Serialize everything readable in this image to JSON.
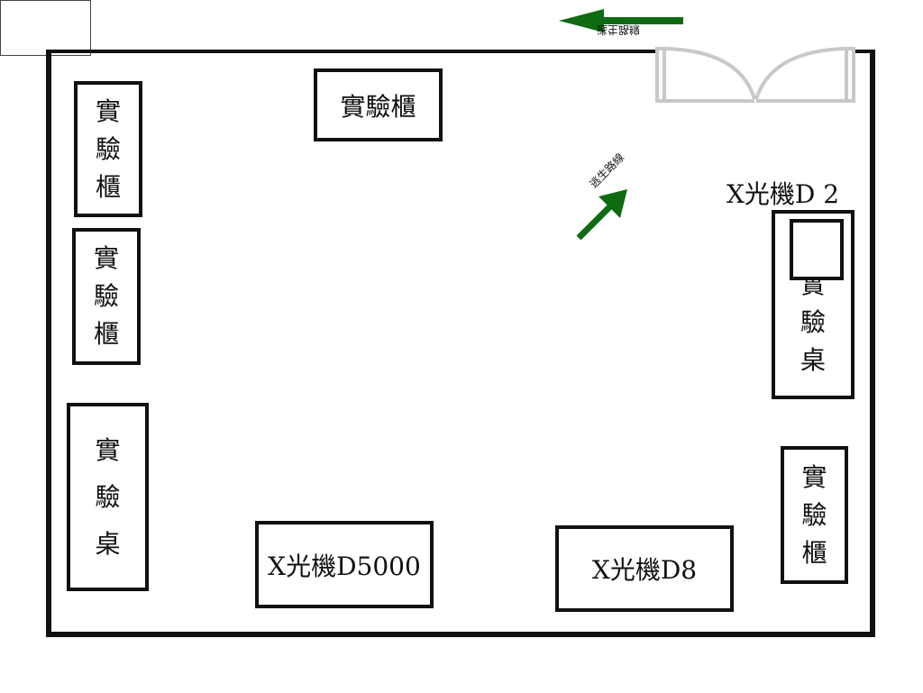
{
  "escape_label": "逃生路線",
  "corner_label": "",
  "items": {
    "cabinet_top": "實驗櫃",
    "cabinet_left_1": "實驗櫃",
    "cabinet_left_2": "實驗櫃",
    "bench_left": "實驗桌",
    "bench_right": "實驗桌",
    "cabinet_right": "實驗櫃",
    "xray_d5000": "X光機D5000",
    "xray_d8": "X光機D8",
    "xray_d2": "X光機D 2"
  },
  "colors": {
    "arrow": "#0e6b12",
    "wall": "#111111",
    "door": "#c8c8c8"
  },
  "icons": {
    "escape_arrow_top": "arrow-left-icon",
    "escape_arrow_mid": "arrow-up-right-icon",
    "door": "double-door-icon"
  }
}
